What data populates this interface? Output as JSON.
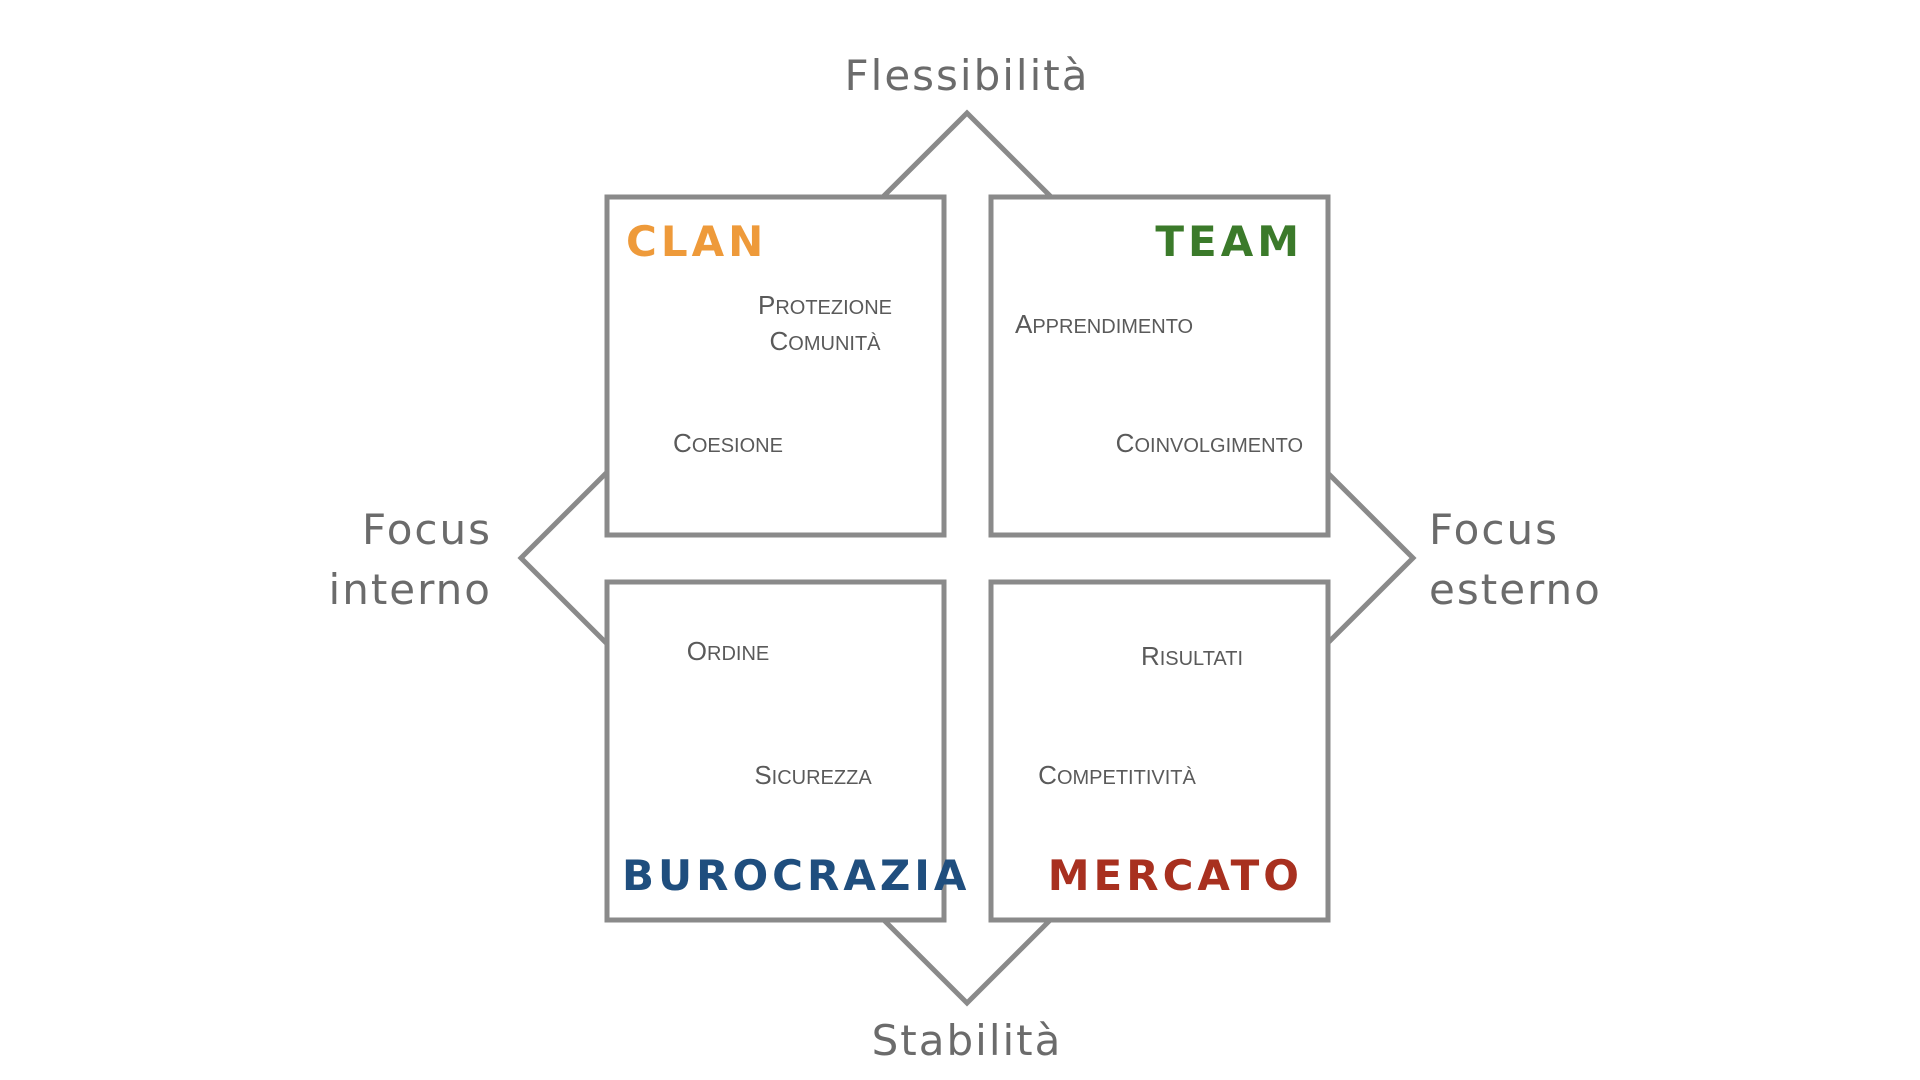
{
  "axes": {
    "top": "Flessibilità",
    "bottom": "Stabilità",
    "left": [
      "Focus",
      "interno"
    ],
    "right": [
      "Focus",
      "esterno"
    ]
  },
  "quadrants": {
    "clan": {
      "title": "CLAN",
      "color": "#EE9A3A",
      "values": [
        "Protezione",
        "Comunità",
        "Coesione"
      ]
    },
    "team": {
      "title": "TEAM",
      "color": "#3B7A2A",
      "values": [
        "Apprendimento",
        "Coinvolgimento"
      ]
    },
    "burocrazia": {
      "title": "BUROCRAZIA",
      "color": "#1F4E7E",
      "values": [
        "Ordine",
        "Sicurezza"
      ]
    },
    "mercato": {
      "title": "MERCATO",
      "color": "#A8301F",
      "values": [
        "Risultati",
        "Competitività"
      ]
    }
  },
  "colors": {
    "frame": "#8a8a8a",
    "text": "#5a5a5a"
  }
}
